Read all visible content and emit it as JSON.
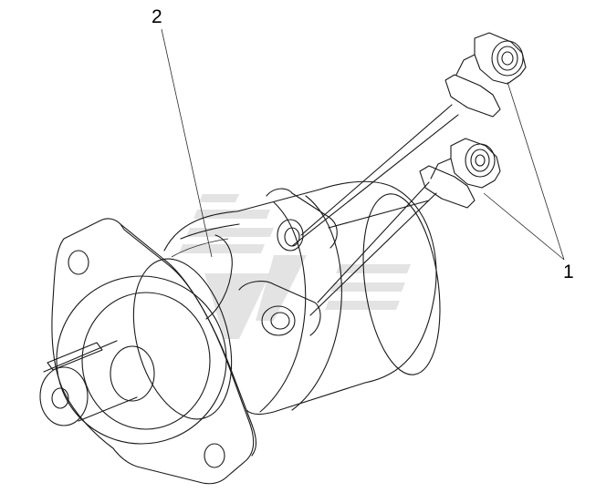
{
  "callouts": [
    {
      "id": "2",
      "text": "2"
    },
    {
      "id": "1",
      "text": "1"
    }
  ]
}
